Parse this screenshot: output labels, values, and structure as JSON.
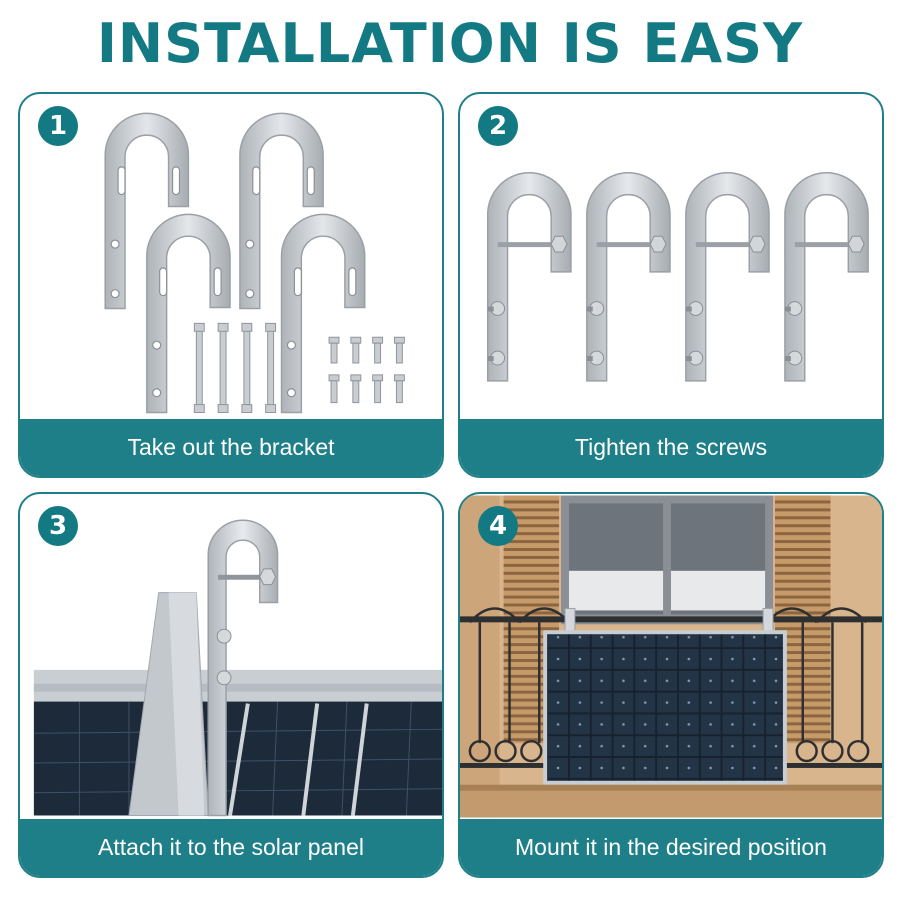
{
  "title": "INSTALLATION IS EASY",
  "steps": [
    {
      "number": "1",
      "caption": "Take out the bracket"
    },
    {
      "number": "2",
      "caption": "Tighten the screws"
    },
    {
      "number": "3",
      "caption": "Attach it to the solar panel"
    },
    {
      "number": "4",
      "caption": "Mount it in the desired position"
    }
  ],
  "colors": {
    "accent": "#137a84",
    "caption_bg": "#1f7f88",
    "metal": "#c7cbcf"
  }
}
